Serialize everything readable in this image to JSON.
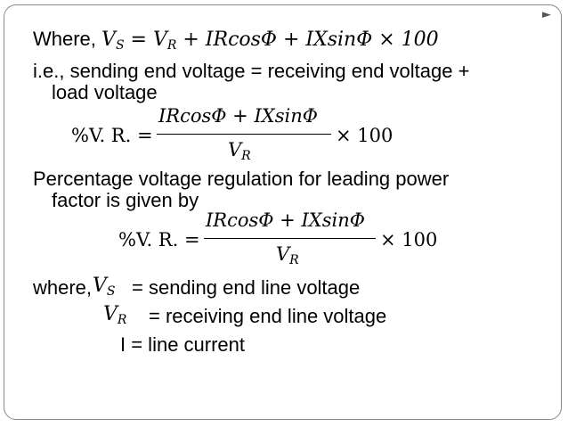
{
  "nav": {
    "arrow_icon": "play-arrow-icon"
  },
  "line1": {
    "where": "Where,",
    "eq": "V",
    "eq_sub_s": "S",
    "eq_mid": " = V",
    "eq_sub_r": "R",
    "eq_rest": " +  IRcosΦ + IXsinΦ  × 100"
  },
  "line2": {
    "text": "i.e., sending end voltage = receiving end voltage +"
  },
  "line3": {
    "text": "load voltage"
  },
  "formula1": {
    "lhs": "%V. R. =",
    "numerator": "IRcosΦ + IXsinΦ",
    "denominator": "V",
    "denominator_sub": "R",
    "rhs": "× 100"
  },
  "line4": {
    "text": "Percentage voltage regulation for leading power"
  },
  "line5": {
    "text": "factor is given by"
  },
  "formula2": {
    "lhs": "%V. R. =",
    "numerator": "IRcosΦ + IXsinΦ",
    "denominator": "V",
    "denominator_sub": "R",
    "rhs": "× 100"
  },
  "defs": {
    "where": "where,",
    "vs": "V",
    "vs_sub": "S",
    "vs_text": "= sending end line voltage",
    "vr": "V",
    "vr_sub": "R",
    "vr_text": "= receiving end line voltage",
    "i_text": "I = line current"
  }
}
